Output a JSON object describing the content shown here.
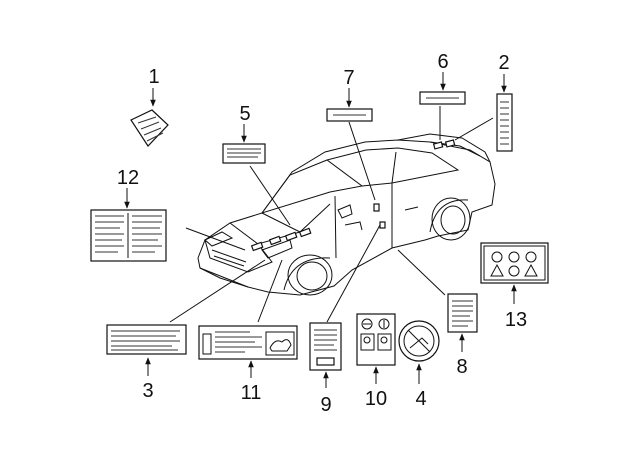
{
  "callouts": [
    {
      "id": "1",
      "label": "1"
    },
    {
      "id": "2",
      "label": "2"
    },
    {
      "id": "3",
      "label": "3"
    },
    {
      "id": "4",
      "label": "4"
    },
    {
      "id": "5",
      "label": "5"
    },
    {
      "id": "6",
      "label": "6"
    },
    {
      "id": "7",
      "label": "7"
    },
    {
      "id": "8",
      "label": "8"
    },
    {
      "id": "9",
      "label": "9"
    },
    {
      "id": "10",
      "label": "10"
    },
    {
      "id": "11",
      "label": "11"
    },
    {
      "id": "12",
      "label": "12"
    },
    {
      "id": "13",
      "label": "13"
    }
  ],
  "icons": {
    "car": "sedan-outline-icon",
    "no_symbol": "prohibition-circle-icon",
    "warning": "warning-triangle-icon"
  },
  "colors": {
    "line": "#111111",
    "background": "#ffffff"
  }
}
